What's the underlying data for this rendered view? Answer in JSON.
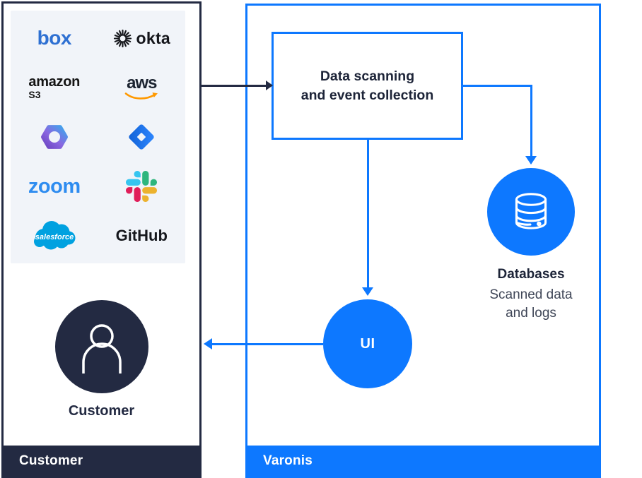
{
  "title": "Varonis data scanning architecture diagram",
  "colors": {
    "accent_blue": "#0d78ff",
    "dark_navy": "#232a42",
    "logo_panel_bg": "#f1f4f9",
    "box_blue": "#2e70d2",
    "zoom_blue": "#2e8cf0",
    "aws_orange": "#FF9900",
    "salesforce_blue": "#00A1E0",
    "slack_colors": [
      "#36C5F0",
      "#2EB67D",
      "#ECB22E",
      "#E01E5A"
    ],
    "jira_blue": "#2684FF",
    "m365_gradient": [
      "#6a43c0",
      "#8a66e0",
      "#3aa9ee"
    ]
  },
  "customer_panel": {
    "footer_label": "Customer",
    "actor_label": "Customer",
    "logos": {
      "box": "box",
      "okta": "okta",
      "amazon": "amazon",
      "amazon_sub": "S3",
      "aws": "aws",
      "zoom": "zoom",
      "salesforce": "salesforce",
      "github": "GitHub"
    },
    "icon_only_logos": [
      "microsoft-365-icon",
      "jira-icon",
      "slack-icon"
    ]
  },
  "varonis_panel": {
    "footer_label": "Varonis",
    "scan_box": {
      "line1": "Data scanning",
      "line2": "and event collection"
    },
    "databases": {
      "title": "Databases",
      "subtitle_line1": "Scanned data",
      "subtitle_line2": "and logs"
    },
    "ui_circle_label": "UI"
  }
}
